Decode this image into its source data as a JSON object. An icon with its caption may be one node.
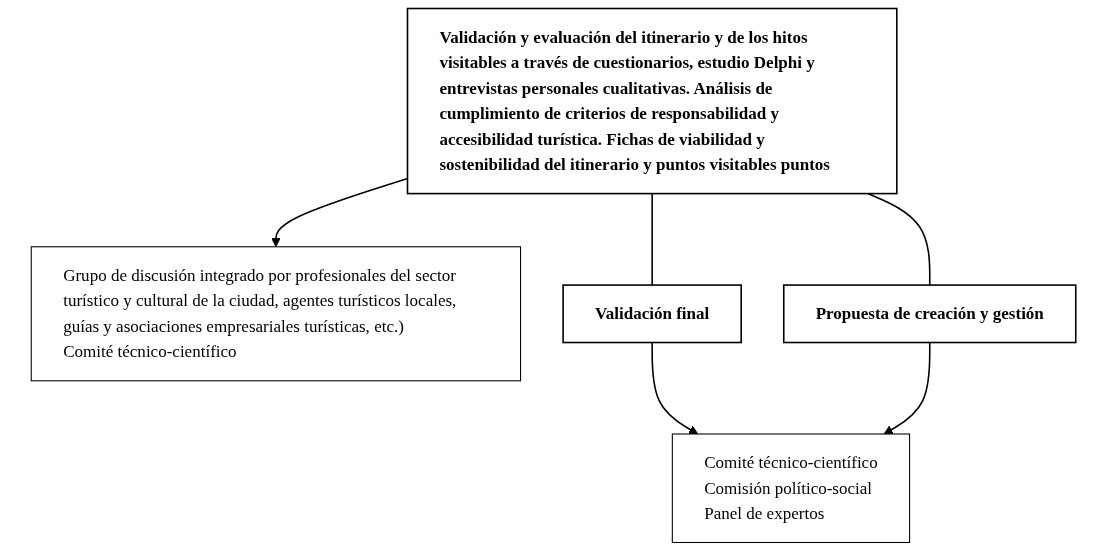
{
  "diagram": {
    "nodes": [
      {
        "text": [
          "Validación y evaluación del itinerario y de los hitos visitables a través de cuestionarios, estudio Delphi y entrevistas personales cualitativas. Análisis de cumplimiento de criterios de responsabilidad y accesibilidad turística. Fichas de viabilidad y sostenibilidad del itinerario y puntos visitables puntos"
        ]
      },
      {
        "text": [
          "Grupo de discusión integrado por profesionales del sector turístico y cultural de la ciudad, agentes turísticos locales, guías y asociaciones empresariales turísticas, etc.)",
          "Comité técnico-científico"
        ]
      },
      {
        "text": [
          "Propuesta de creación y gestión"
        ]
      },
      {
        "text": [
          "Validación final"
        ]
      },
      {
        "text": [
          "Comité técnico-científico",
          "Comisión político-social",
          "Panel de expertos"
        ]
      }
    ],
    "edges": [
      {
        "from": 0,
        "to": 1,
        "arrow": "to"
      },
      {
        "from": 0,
        "to": 2,
        "arrow": "none"
      },
      {
        "from": 0,
        "to": 3,
        "arrow": "none"
      },
      {
        "from": 3,
        "to": 4,
        "arrow": "to"
      },
      {
        "from": 2,
        "to": 4,
        "arrow": "to"
      }
    ]
  }
}
